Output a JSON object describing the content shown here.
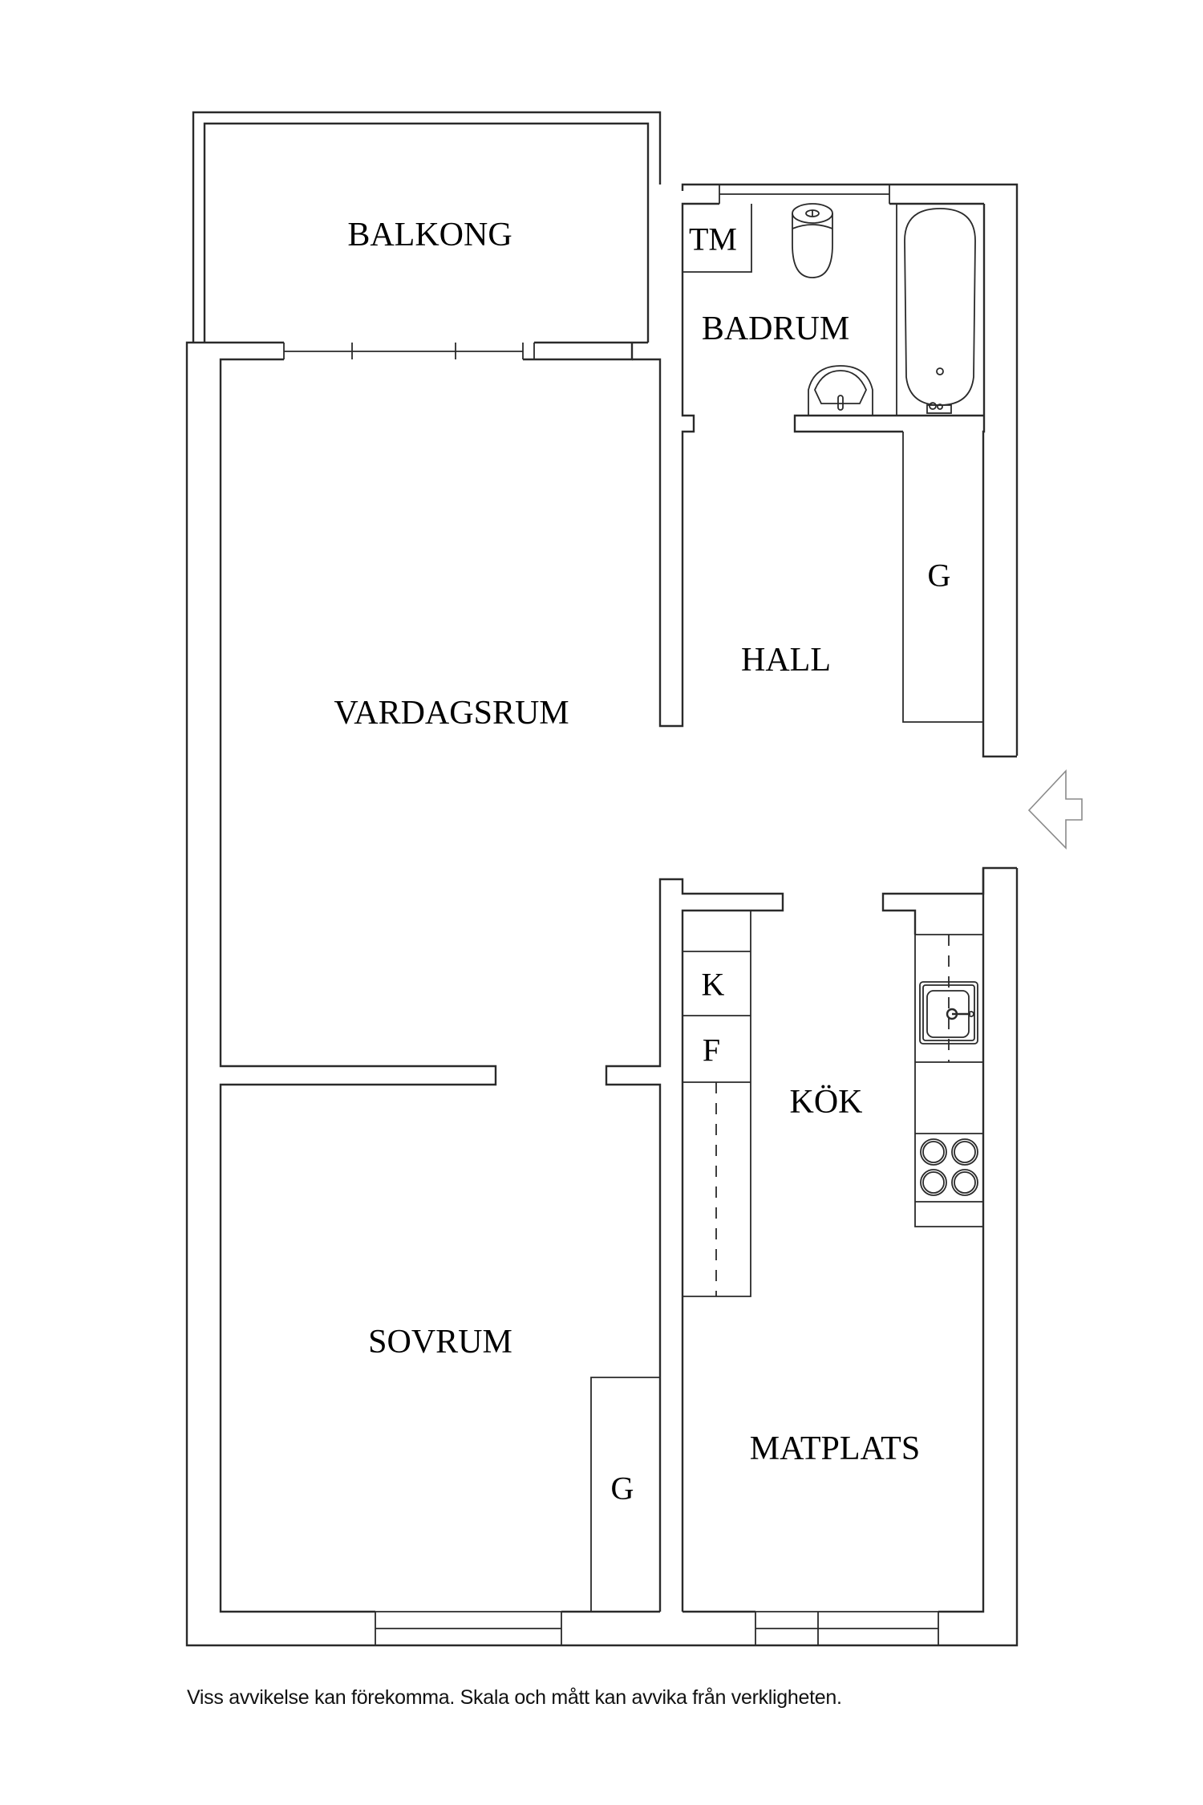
{
  "plan": {
    "rooms": {
      "balkong": "BALKONG",
      "badrum": "BADRUM",
      "tm": "TM",
      "hall": "HALL",
      "hall_closet": "G",
      "vardagsrum": "VARDAGSRUM",
      "kok": "KÖK",
      "kyl": "K",
      "frys": "F",
      "sovrum": "SOVRUM",
      "sovrum_closet": "G",
      "matplats": "MATPLATS"
    },
    "entrance_icon": "entrance-arrow-icon",
    "line_color": "#2a2a2a",
    "arrow_color": "#8a8a8a"
  },
  "footer": {
    "disclaimer": "Viss avvikelse kan förekomma. Skala och mått kan avvika från verkligheten."
  }
}
